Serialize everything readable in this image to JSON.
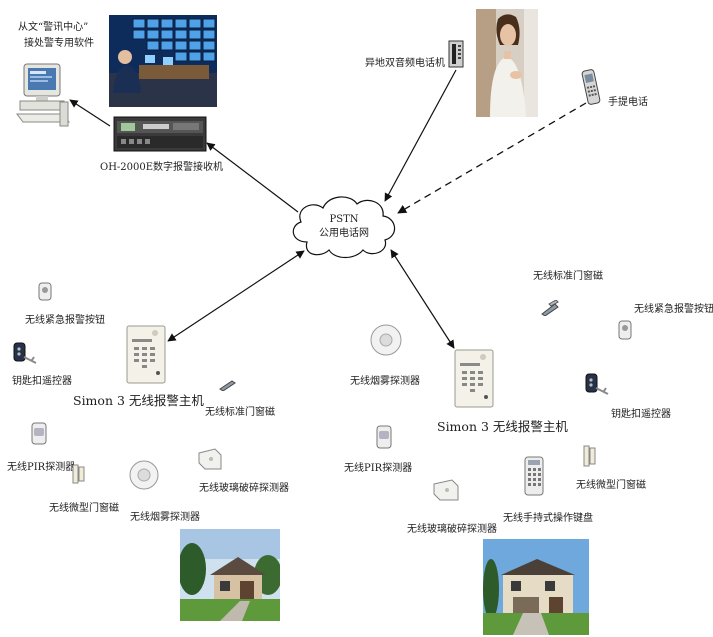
{
  "software_label": [
    "从文“警讯中心”",
    "接处警专用软件"
  ],
  "receiver_label": "OH-2000E数字报警接收机",
  "remote_phone_label": "异地双音频电话机",
  "mobile_phone_label": "手提电话",
  "pstn_label": [
    "PSTN",
    "公用电话网"
  ],
  "left_system": {
    "host_label": "Simon 3 无线报警主机",
    "emergency_button": "无线紧急报警按钮",
    "keyfob": "钥匙扣遥控器",
    "door_sensor": "无线标准门窗磁",
    "pir": "无线PIR探测器",
    "mini_door_sensor": "无线微型门窗磁",
    "glass_break": "无线玻璃破碎探测器",
    "smoke": "无线烟雾探测器"
  },
  "right_system": {
    "host_label": "Simon 3 无线报警主机",
    "door_sensor": "无线标准门窗磁",
    "emergency_button": "无线紧急报警按钮",
    "smoke": "无线烟雾探测器",
    "keyfob": "钥匙扣遥控器",
    "pir": "无线PIR探测器",
    "mini_door_sensor": "无线微型门窗磁",
    "keypad": "无线手持式操作键盘",
    "glass_break": "无线玻璃破碎探测器"
  }
}
